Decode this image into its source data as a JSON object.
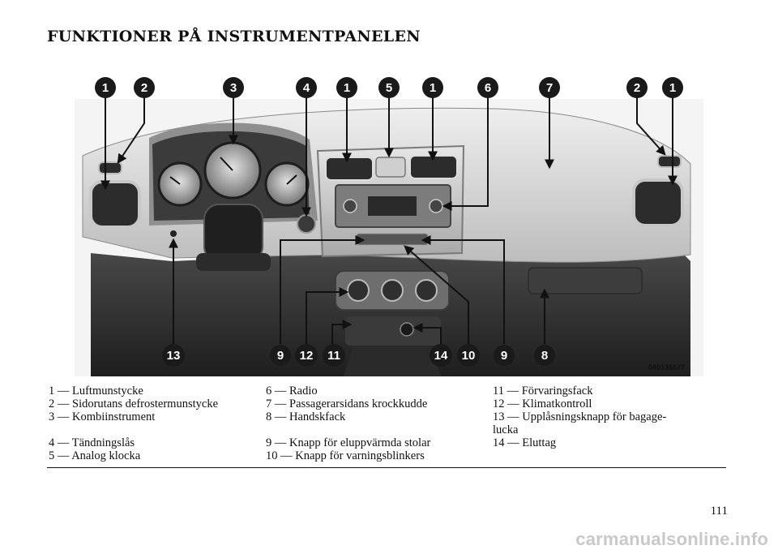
{
  "page": {
    "title": "FUNKTIONER PÅ INSTRUMENTPANELEN",
    "page_number": "111",
    "watermark": "carmanualsonline.info"
  },
  "figure": {
    "image_code": "040136677",
    "top_callouts": [
      "1",
      "2",
      "3",
      "4",
      "1",
      "5",
      "1",
      "6",
      "7",
      "2",
      "1"
    ],
    "bottom_callouts": [
      "13",
      "9",
      "12",
      "11",
      "14",
      "10",
      "9",
      "8"
    ]
  },
  "legend": {
    "columns": [
      [
        "1 — Luftmunstycke",
        "2 — Sidorutans defrostermunstycke",
        "3 — Kombiinstrument",
        "",
        "4 — Tändningslås",
        "5 — Analog klocka"
      ],
      [
        "6 — Radio",
        "7 — Passagerarsidans krockkudde",
        "8 — Handskfack",
        "",
        "9 — Knapp för eluppvärmda stolar",
        "10 — Knapp för varningsblinkers"
      ],
      [
        "11 — Förvaringsfack",
        "12 — Klimatkontroll",
        "13 — Upplåsningsknapp för bagage-",
        "lucka",
        "14 — Eluttag"
      ]
    ]
  },
  "colors": {
    "background": "#ffffff",
    "callout_fill": "#1a1a1a",
    "panel_dark": "#2b2b2b",
    "panel_light": "#d9d9d9",
    "watermark": "#c9c9c9"
  }
}
